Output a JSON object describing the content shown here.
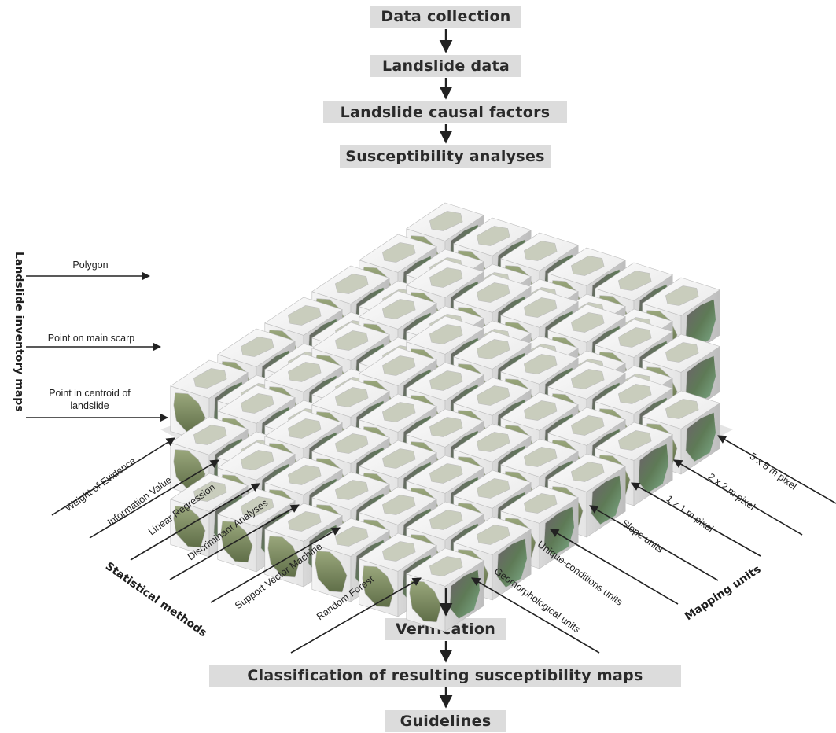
{
  "flow": {
    "top": [
      "Data collection",
      "Landslide data",
      "Landslide causal factors",
      "Susceptibility analyses"
    ],
    "bottom": [
      "Verification",
      "Classification of resulting susceptibility maps",
      "Guidelines"
    ]
  },
  "inventory": {
    "title": "Landslide inventory maps",
    "items": [
      "Polygon",
      "Point on main scarp",
      "Point in centroid of landslide"
    ]
  },
  "statistical": {
    "title": "Statistical methods",
    "items": [
      "Weight of Evidence",
      "Information Value",
      "Linear Regression",
      "Discriminant Analyses",
      "Support Vector Machine",
      "Random Forest"
    ]
  },
  "mapping": {
    "title": "Mapping units",
    "items": [
      "5 x 5 m pixel",
      "2 x 2 m pixel",
      "1 x 1 m pixel",
      "Slope units",
      "Unique-conditions units",
      "Geomorphological units"
    ]
  },
  "colors": {
    "box": "#dcdcdc",
    "cube_face": "#f2f2f2",
    "map_green": "#7d8c64",
    "arrow": "#222222"
  }
}
